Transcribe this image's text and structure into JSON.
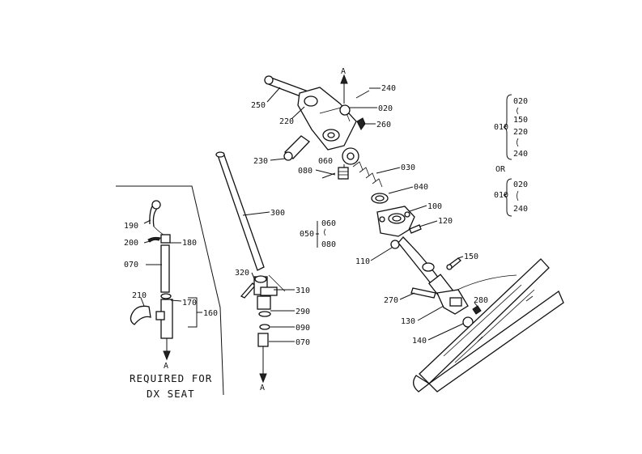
{
  "diagram": {
    "labels": {
      "p250": "250",
      "p220": "220",
      "p240": "240",
      "p020": "020",
      "p260": "260",
      "p230": "230",
      "p080": "080",
      "p060": "060",
      "p030": "030",
      "p040": "040",
      "p100": "100",
      "p120": "120",
      "p110": "110",
      "p150": "150",
      "p300": "300",
      "p050": "050",
      "p050a": "060",
      "p050b": "080",
      "p320": "320",
      "p310": "310",
      "p290": "290",
      "p090": "090",
      "p070r": "070",
      "p190": "190",
      "p200": "200",
      "p180": "180",
      "p070": "070",
      "p210": "210",
      "p170": "170",
      "p160": "160",
      "p270": "270",
      "p130": "130",
      "p280": "280",
      "p140": "140"
    },
    "arrow_marks": {
      "top": "A",
      "left": "A",
      "center": "A"
    },
    "kit_table": {
      "group1_lead": "010",
      "group1": [
        "020",
        "150",
        "220",
        "240"
      ],
      "or_text": "OR",
      "group2_lead": "010",
      "group2": [
        "020",
        "240"
      ]
    },
    "caption": {
      "line1": "REQUIRED FOR",
      "line2": "DX SEAT"
    }
  }
}
